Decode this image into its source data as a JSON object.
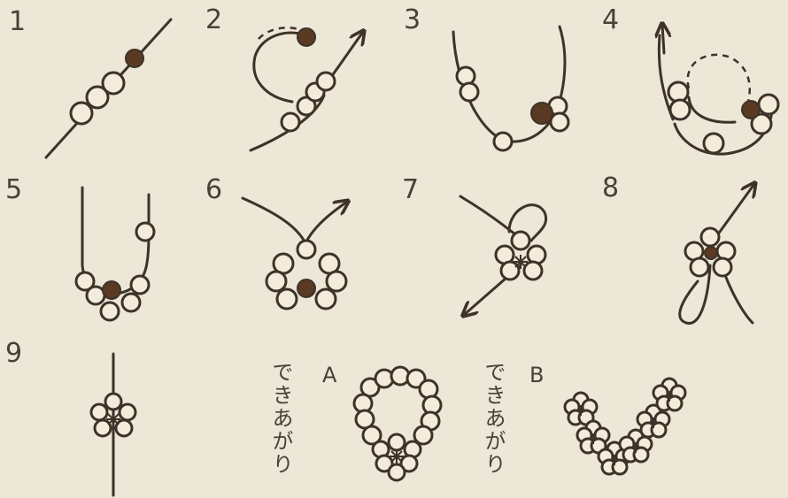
{
  "steps": [
    "1",
    "2",
    "3",
    "4",
    "5",
    "6",
    "7",
    "8",
    "9"
  ],
  "result_a": {
    "caption": "できあがり",
    "label": "A"
  },
  "result_b": {
    "caption": "できあがり",
    "label": "B"
  },
  "colors": {
    "background": "#ece7d6",
    "line": "#3e3229",
    "dark_bead": "#5a3a22",
    "bead": "#f3ecda"
  }
}
